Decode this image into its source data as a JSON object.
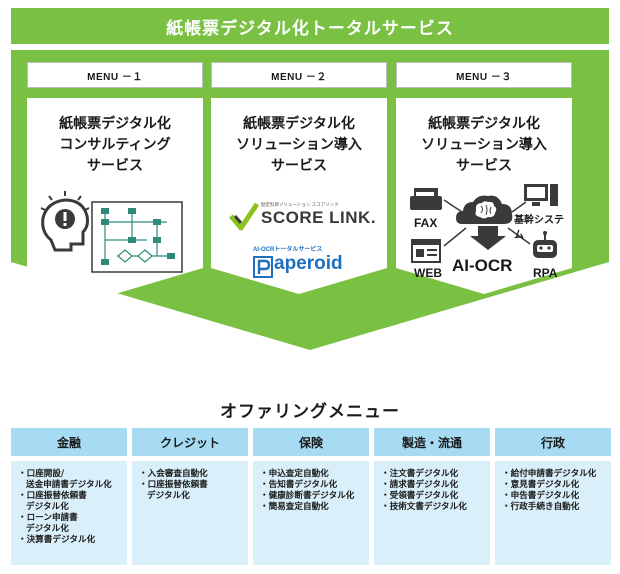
{
  "header": {
    "title": "紙帳票デジタル化トータルサービス"
  },
  "menus": [
    {
      "tag": "MENU －１",
      "title": "紙帳票デジタル化\nコンサルティング\nサービス",
      "illustration": "consulting-flowchart-icon"
    },
    {
      "tag": "MENU －２",
      "title": "紙帳票デジタル化\nソリューション導入\nサービス",
      "scorelink_tagline": "勘定科目ソリューション スコアリンク",
      "scorelink_logo": "SCORE LINK.",
      "paperoid_tagline": "AI-OCRトータルサービス",
      "paperoid_logo": "aperoid"
    },
    {
      "tag": "MENU －３",
      "title": "紙帳票デジタル化\nソリューション導入\nサービス",
      "labels": {
        "fax": "FAX",
        "core": "基幹システム",
        "web": "WEB",
        "aiocr": "AI-OCR",
        "rpa": "RPA"
      }
    }
  ],
  "offering": {
    "title": "オファリングメニュー",
    "categories": [
      {
        "name": "金融",
        "items": [
          "口座開設/\n送金申請書デジタル化",
          "口座振替依頼書\nデジタル化",
          "ローン申請書\nデジタル化",
          "決算書デジタル化"
        ]
      },
      {
        "name": "クレジット",
        "items": [
          "入会審査自動化",
          "口座振替依頼書\nデジタル化"
        ]
      },
      {
        "name": "保険",
        "items": [
          "申込査定自動化",
          "告知書デジタル化",
          "健康診断書デジタル化",
          "簡易査定自動化"
        ]
      },
      {
        "name": "製造・流通",
        "items": [
          "注文書デジタル化",
          "請求書デジタル化",
          "受領書デジタル化",
          "技術文書デジタル化"
        ]
      },
      {
        "name": "行政",
        "items": [
          "給付申請書デジタル化",
          "意見書デジタル化",
          "申告書デジタル化",
          "行政手続き自動化"
        ]
      }
    ]
  },
  "colors": {
    "green": "#7ac143",
    "light_blue": "#a6dbf3",
    "pale_blue": "#d9eff9",
    "dark_gray": "#3a3a3a",
    "teal_box": "#2e8b7a",
    "paperoid_blue": "#1f6fc0"
  }
}
